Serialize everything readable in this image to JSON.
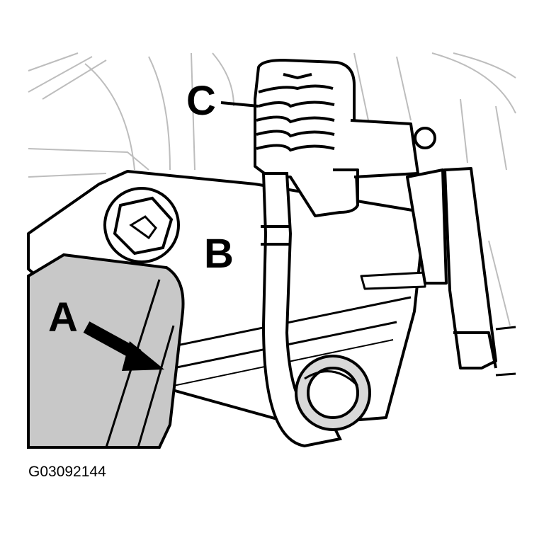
{
  "callouts": {
    "a": "A",
    "b": "B",
    "c": "C"
  },
  "figure_id": "G03092144",
  "colors": {
    "background": "#ffffff",
    "line": "#000000",
    "light_line": "#bdbdbd",
    "shaded_panel": "#c8c8c8",
    "nut_fill": "#d9d9d9"
  }
}
